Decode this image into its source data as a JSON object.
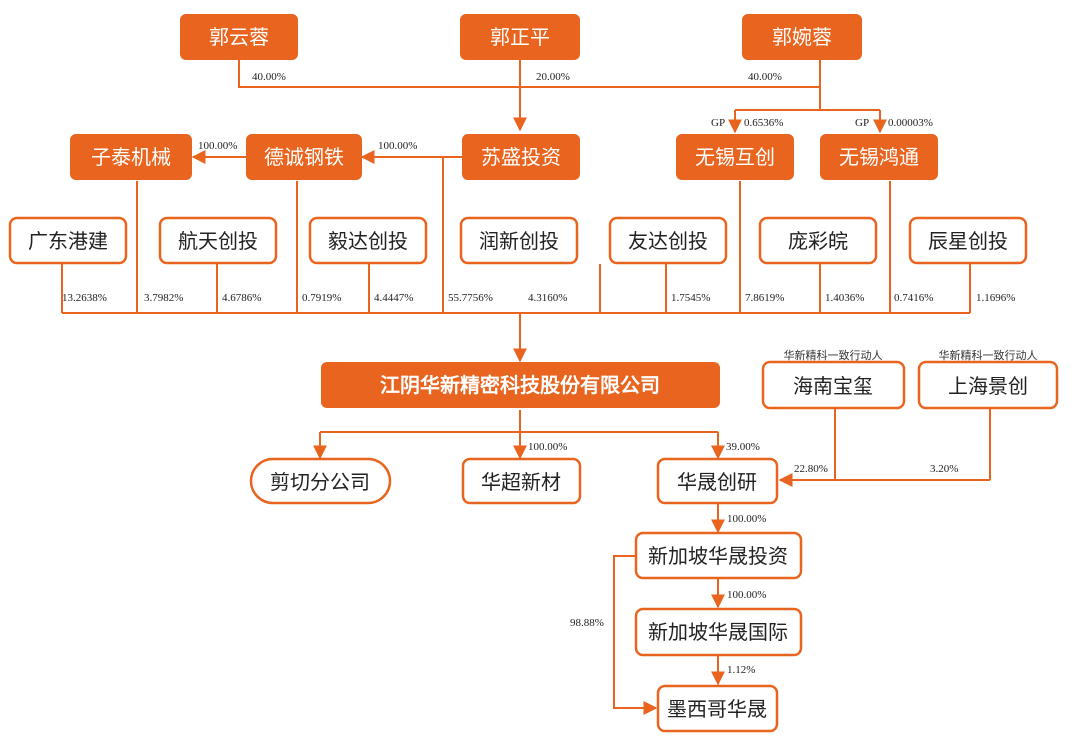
{
  "colors": {
    "accent": "#E8641F",
    "line": "#E8641F",
    "fill_text": "#FFFFFF",
    "outline_text": "#222222",
    "label": "#222222"
  },
  "nodes": {
    "guo_yunrong": "郭云蓉",
    "guo_zhengping": "郭正平",
    "guo_wanrong": "郭婉蓉",
    "zitai": "子泰机械",
    "decheng": "德诚钢铁",
    "susheng": "苏盛投资",
    "wuxi_huchuang": "无锡互创",
    "wuxi_hongtong": "无锡鸿通",
    "guangdong": "广东港建",
    "hangtian": "航天创投",
    "yida": "毅达创投",
    "runxin": "润新创投",
    "youda": "友达创投",
    "pang": "庞彩皖",
    "chenxing": "辰星创投",
    "company": "江阴华新精密科技股份有限公司",
    "hainan": "海南宝玺",
    "shanghai": "上海景创",
    "jianqie": "剪切分公司",
    "huachao": "华超新材",
    "huasheng": "华晟创研",
    "sg_invest": "新加坡华晟投资",
    "sg_intl": "新加坡华晟国际",
    "mexico": "墨西哥华晟"
  },
  "notes": {
    "hainan_note": "华新精科一致行动人",
    "shanghai_note": "华新精科一致行动人"
  },
  "percentages": {
    "yunrong_susheng": "40.00%",
    "zhengping_susheng": "20.00%",
    "wanrong_susheng": "40.00%",
    "gp1": "GP",
    "wanrong_huchuang": "0.6536%",
    "gp2": "GP",
    "wanrong_hongtong": "0.00003%",
    "decheng_zitai": "100.00%",
    "susheng_decheng": "100.00%",
    "guangdong": "13.2638%",
    "zitai": "3.7982%",
    "hangtian": "4.6786%",
    "decheng": "0.7919%",
    "yida": "4.4447%",
    "susheng": "55.7756%",
    "runxin": "4.3160%",
    "youda": "1.7545%",
    "huchuang": "7.8619%",
    "pang": "1.4036%",
    "hongtong": "0.7416%",
    "chenxing": "1.1696%",
    "huachao": "100.00%",
    "huasheng": "39.00%",
    "hainan_huasheng": "22.80%",
    "shanghai_huasheng": "3.20%",
    "huasheng_sginvest": "100.00%",
    "sginvest_sgintl": "100.00%",
    "sginvest_mexico": "98.88%",
    "sgintl_mexico": "1.12%"
  }
}
